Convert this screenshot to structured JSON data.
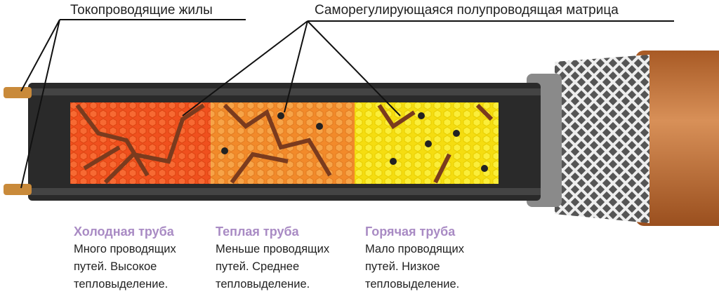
{
  "labels": {
    "conductors": "Токопроводящие жилы",
    "matrix": "Саморегулирующаяся полупроводящая матрица"
  },
  "sections": [
    {
      "title": "Холодная труба",
      "line1": "Много проводящих",
      "line2": "путей. Высокое",
      "line3": "тепловыделение.",
      "color": "#f0501e"
    },
    {
      "title": "Теплая труба",
      "line1": "Меньше проводящих",
      "line2": "путей. Среднее",
      "line3": "тепловыделение.",
      "color": "#f5902e"
    },
    {
      "title": "Горячая труба",
      "line1": "Мало проводящих",
      "line2": "путей. Низкое",
      "line3": "тепловыделение.",
      "color": "#f7e21a"
    }
  ],
  "colors": {
    "title": "#a98bc4",
    "jacket": "#c8783a",
    "cable": "#2a2a2a"
  }
}
